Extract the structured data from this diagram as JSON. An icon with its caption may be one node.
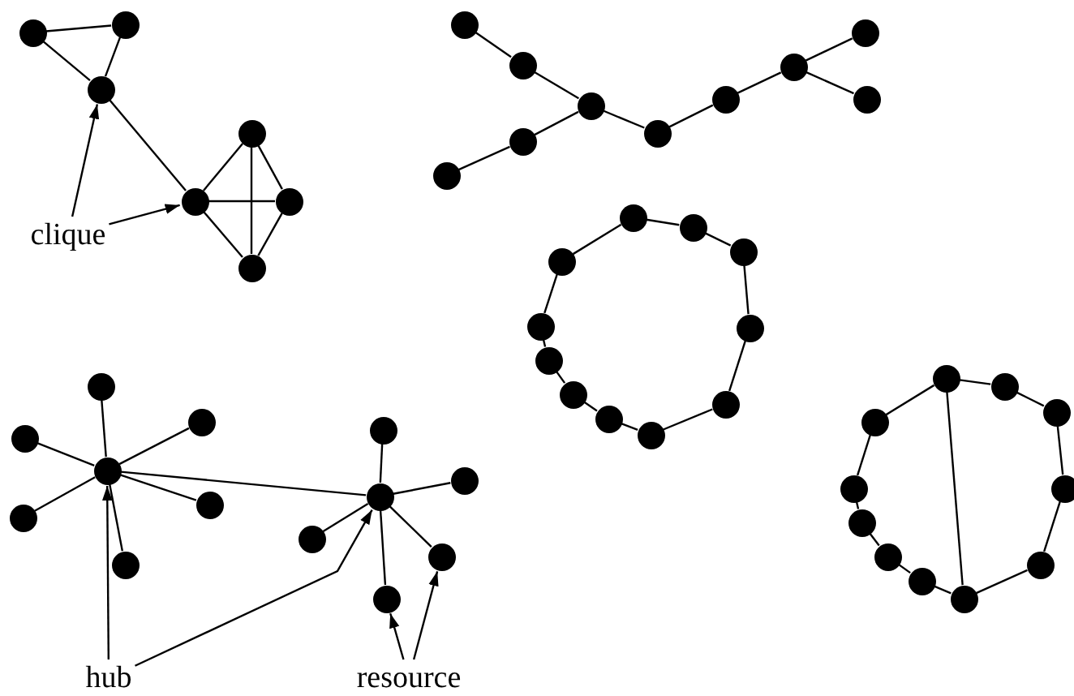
{
  "diagram": {
    "nodes": [
      {
        "text": [],
        "shape": "circle"
      },
      {
        "text": [],
        "shape": "circle"
      },
      {
        "text": [],
        "shape": "circle"
      },
      {
        "text": [],
        "shape": "circle"
      },
      {
        "text": [],
        "shape": "circle"
      },
      {
        "text": [],
        "shape": "circle"
      },
      {
        "text": [],
        "shape": "circle"
      },
      {
        "text": [
          "clique"
        ]
      },
      {
        "text": [],
        "shape": "circle"
      },
      {
        "text": [],
        "shape": "circle"
      },
      {
        "text": [],
        "shape": "circle"
      },
      {
        "text": [],
        "shape": "circle"
      },
      {
        "text": [],
        "shape": "circle"
      },
      {
        "text": [],
        "shape": "circle"
      },
      {
        "text": [],
        "shape": "circle"
      },
      {
        "text": [],
        "shape": "circle"
      },
      {
        "text": [],
        "shape": "circle"
      },
      {
        "text": [],
        "shape": "circle"
      },
      {
        "text": [],
        "shape": "circle"
      },
      {
        "text": [],
        "shape": "circle"
      },
      {
        "text": [],
        "shape": "circle"
      },
      {
        "text": [],
        "shape": "circle"
      },
      {
        "text": [],
        "shape": "circle"
      },
      {
        "text": [],
        "shape": "circle"
      },
      {
        "text": [],
        "shape": "circle"
      },
      {
        "text": [],
        "shape": "circle"
      },
      {
        "text": [],
        "shape": "circle"
      },
      {
        "text": [],
        "shape": "circle"
      },
      {
        "text": [],
        "shape": "circle"
      },
      {
        "text": [],
        "shape": "circle"
      },
      {
        "text": [],
        "shape": "circle"
      },
      {
        "text": [],
        "shape": "circle"
      },
      {
        "text": [],
        "shape": "circle"
      },
      {
        "text": [],
        "shape": "circle"
      },
      {
        "text": [],
        "shape": "circle"
      },
      {
        "text": [],
        "shape": "circle"
      },
      {
        "text": [],
        "shape": "circle"
      },
      {
        "text": [],
        "shape": "circle"
      },
      {
        "text": [],
        "shape": "circle"
      },
      {
        "text": [],
        "shape": "circle"
      },
      {
        "text": [],
        "shape": "circle"
      },
      {
        "text": [],
        "shape": "circle"
      },
      {
        "text": [],
        "shape": "circle"
      },
      {
        "text": [],
        "shape": "circle"
      },
      {
        "text": [],
        "shape": "circle"
      },
      {
        "text": [],
        "shape": "circle"
      },
      {
        "text": [],
        "shape": "circle"
      },
      {
        "text": [],
        "shape": "circle"
      },
      {
        "text": [],
        "shape": "circle"
      },
      {
        "text": [],
        "shape": "circle"
      },
      {
        "text": [],
        "shape": "circle"
      },
      {
        "text": [],
        "shape": "circle"
      },
      {
        "text": [],
        "shape": "circle"
      },
      {
        "text": [
          "hub"
        ]
      },
      {
        "text": [
          "resource"
        ]
      }
    ],
    "edges": [
      {
        "from": 0,
        "to": 1,
        "arrow": "none"
      },
      {
        "from": 0,
        "to": 2,
        "arrow": "none"
      },
      {
        "from": 1,
        "to": 2,
        "arrow": "none"
      },
      {
        "from": 2,
        "to": 3,
        "arrow": "none"
      },
      {
        "from": 3,
        "to": 4,
        "arrow": "none"
      },
      {
        "from": 3,
        "to": 5,
        "arrow": "none"
      },
      {
        "from": 3,
        "to": 6,
        "arrow": "none"
      },
      {
        "from": 4,
        "to": 5,
        "arrow": "none"
      },
      {
        "from": 4,
        "to": 6,
        "arrow": "none"
      },
      {
        "from": 5,
        "to": 6,
        "arrow": "none"
      },
      {
        "from": 7,
        "to": 2,
        "arrow": "to"
      },
      {
        "from": 7,
        "to": 3,
        "arrow": "to"
      },
      {
        "from": 8,
        "to": 9,
        "arrow": "none"
      },
      {
        "from": 9,
        "to": 10,
        "arrow": "none"
      },
      {
        "from": 10,
        "to": 11,
        "arrow": "none"
      },
      {
        "from": 11,
        "to": 12,
        "arrow": "none"
      },
      {
        "from": 12,
        "to": 13,
        "arrow": "none"
      },
      {
        "from": 13,
        "to": 14,
        "arrow": "none"
      },
      {
        "from": 13,
        "to": 15,
        "arrow": "none"
      },
      {
        "from": 10,
        "to": 16,
        "arrow": "none"
      },
      {
        "from": 16,
        "to": 17,
        "arrow": "none"
      },
      {
        "from": 18,
        "to": 19,
        "arrow": "none"
      },
      {
        "from": 19,
        "to": 20,
        "arrow": "none"
      },
      {
        "from": 20,
        "to": 21,
        "arrow": "none"
      },
      {
        "from": 21,
        "to": 22,
        "arrow": "none"
      },
      {
        "from": 22,
        "to": 23,
        "arrow": "none"
      },
      {
        "from": 23,
        "to": 24,
        "arrow": "none"
      },
      {
        "from": 24,
        "to": 25,
        "arrow": "none"
      },
      {
        "from": 25,
        "to": 26,
        "arrow": "none"
      },
      {
        "from": 26,
        "to": 27,
        "arrow": "none"
      },
      {
        "from": 27,
        "to": 28,
        "arrow": "none"
      },
      {
        "from": 28,
        "to": 18,
        "arrow": "none"
      },
      {
        "from": 29,
        "to": 30,
        "arrow": "none"
      },
      {
        "from": 29,
        "to": 31,
        "arrow": "none"
      },
      {
        "from": 29,
        "to": 32,
        "arrow": "none"
      },
      {
        "from": 29,
        "to": 33,
        "arrow": "none"
      },
      {
        "from": 29,
        "to": 34,
        "arrow": "none"
      },
      {
        "from": 29,
        "to": 35,
        "arrow": "none"
      },
      {
        "from": 29,
        "to": 36,
        "arrow": "none"
      },
      {
        "from": 36,
        "to": 37,
        "arrow": "none"
      },
      {
        "from": 36,
        "to": 38,
        "arrow": "none"
      },
      {
        "from": 36,
        "to": 39,
        "arrow": "none"
      },
      {
        "from": 36,
        "to": 40,
        "arrow": "none"
      },
      {
        "from": 36,
        "to": 41,
        "arrow": "none"
      },
      {
        "from": 42,
        "to": 43,
        "arrow": "none"
      },
      {
        "from": 43,
        "to": 44,
        "arrow": "none"
      },
      {
        "from": 44,
        "to": 45,
        "arrow": "none"
      },
      {
        "from": 45,
        "to": 46,
        "arrow": "none"
      },
      {
        "from": 46,
        "to": 47,
        "arrow": "none"
      },
      {
        "from": 47,
        "to": 48,
        "arrow": "none"
      },
      {
        "from": 48,
        "to": 49,
        "arrow": "none"
      },
      {
        "from": 49,
        "to": 50,
        "arrow": "none"
      },
      {
        "from": 50,
        "to": 51,
        "arrow": "none"
      },
      {
        "from": 51,
        "to": 52,
        "arrow": "none"
      },
      {
        "from": 52,
        "to": 42,
        "arrow": "none"
      },
      {
        "from": 42,
        "to": 47,
        "arrow": "none"
      },
      {
        "from": 53,
        "to": 29,
        "arrow": "to"
      },
      {
        "from": 53,
        "to": 36,
        "arrow": "to"
      },
      {
        "from": 54,
        "to": 41,
        "arrow": "to"
      },
      {
        "from": 54,
        "to": 40,
        "arrow": "to"
      }
    ]
  }
}
